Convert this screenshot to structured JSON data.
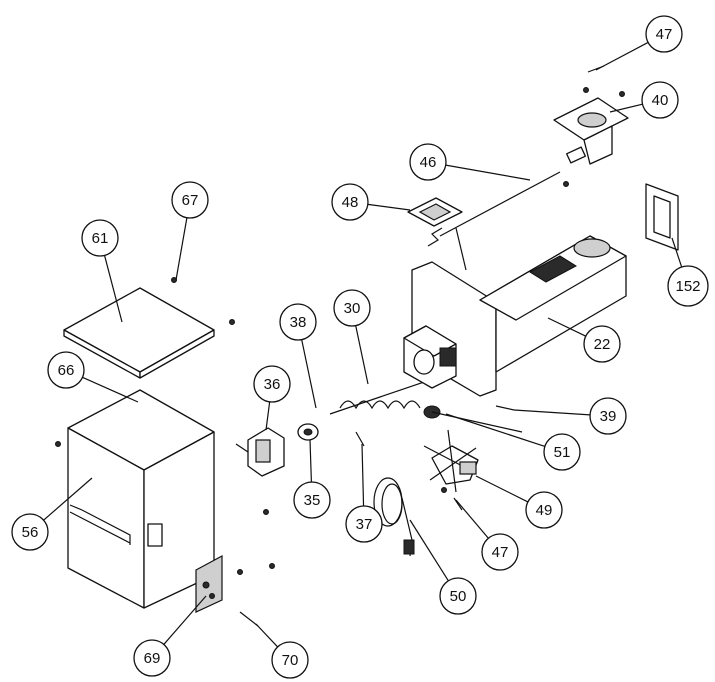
{
  "callouts": [
    {
      "id": "47a",
      "label": "47"
    },
    {
      "id": "40",
      "label": "40"
    },
    {
      "id": "46",
      "label": "46"
    },
    {
      "id": "48",
      "label": "48"
    },
    {
      "id": "152",
      "label": "152"
    },
    {
      "id": "67",
      "label": "67"
    },
    {
      "id": "61",
      "label": "61"
    },
    {
      "id": "38",
      "label": "38"
    },
    {
      "id": "30",
      "label": "30"
    },
    {
      "id": "22",
      "label": "22"
    },
    {
      "id": "66",
      "label": "66"
    },
    {
      "id": "36",
      "label": "36"
    },
    {
      "id": "39",
      "label": "39"
    },
    {
      "id": "51",
      "label": "51"
    },
    {
      "id": "35",
      "label": "35"
    },
    {
      "id": "56",
      "label": "56"
    },
    {
      "id": "37",
      "label": "37"
    },
    {
      "id": "49",
      "label": "49"
    },
    {
      "id": "47b",
      "label": "47"
    },
    {
      "id": "50",
      "label": "50"
    },
    {
      "id": "69",
      "label": "69"
    },
    {
      "id": "70",
      "label": "70"
    }
  ]
}
